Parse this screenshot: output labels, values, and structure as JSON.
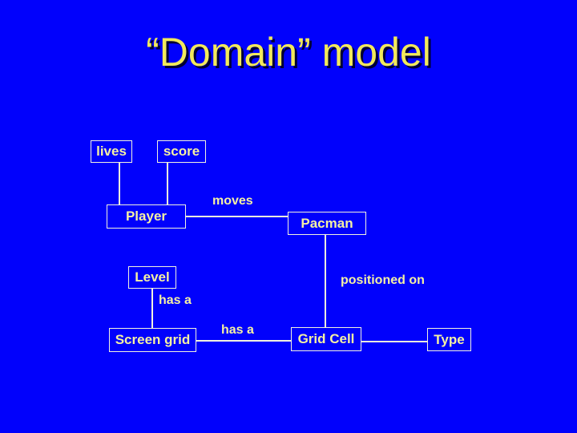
{
  "slide": {
    "title": "“Domain” model"
  },
  "colors": {
    "background": "#0101fc",
    "box_border": "#f2f2df",
    "connector_line": "#f2f2df",
    "box_text": "#f4f0a4",
    "title_text": "#f2e95c",
    "title_shadow": "#000033"
  },
  "nodes": {
    "lives": "lives",
    "score": "score",
    "player": "Player",
    "pacman": "Pacman",
    "level": "Level",
    "screen_grid": "Screen grid",
    "grid_cell": "Grid Cell",
    "type": "Type"
  },
  "edge_labels": {
    "moves": "moves",
    "level_has_a": "has a",
    "grid_has_a": "has a",
    "positioned_on": "positioned on"
  }
}
